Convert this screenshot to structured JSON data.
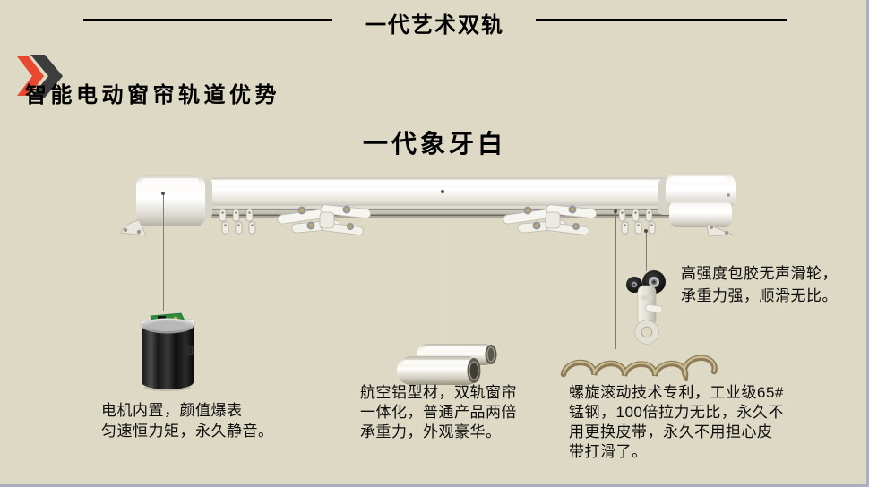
{
  "colors": {
    "background": "#DDD9C4",
    "chevron_red": "#E8492E",
    "chevron_dark": "#3D3D3D",
    "title_text": "#000000",
    "callout_line": "#7D7D6E",
    "edge_border": "#A9AFBE"
  },
  "icons": {
    "heading_marker": "double-chevron-icon"
  },
  "header": {
    "title": "一代艺术双轨"
  },
  "section": {
    "heading": "智能电动窗帘轨道优势",
    "subtitle": "一代象牙白"
  },
  "callouts": {
    "motor": "电机内置，颜值爆表\n匀速恒力矩，永久静音。",
    "aluminum_profile": "航空铝型材，双轨窗帘\n一体化，普通产品两倍\n承重力，外观豪华。",
    "spiral_tech": "螺旋滚动技术专利，工业级65#\n锰钢，100倍拉力无比，永久不\n用更换皮带，永久不用担心皮\n带打滑了。",
    "pulley": "高强度包胶无声滑轮，\n承重力强，顺滑无比。"
  }
}
